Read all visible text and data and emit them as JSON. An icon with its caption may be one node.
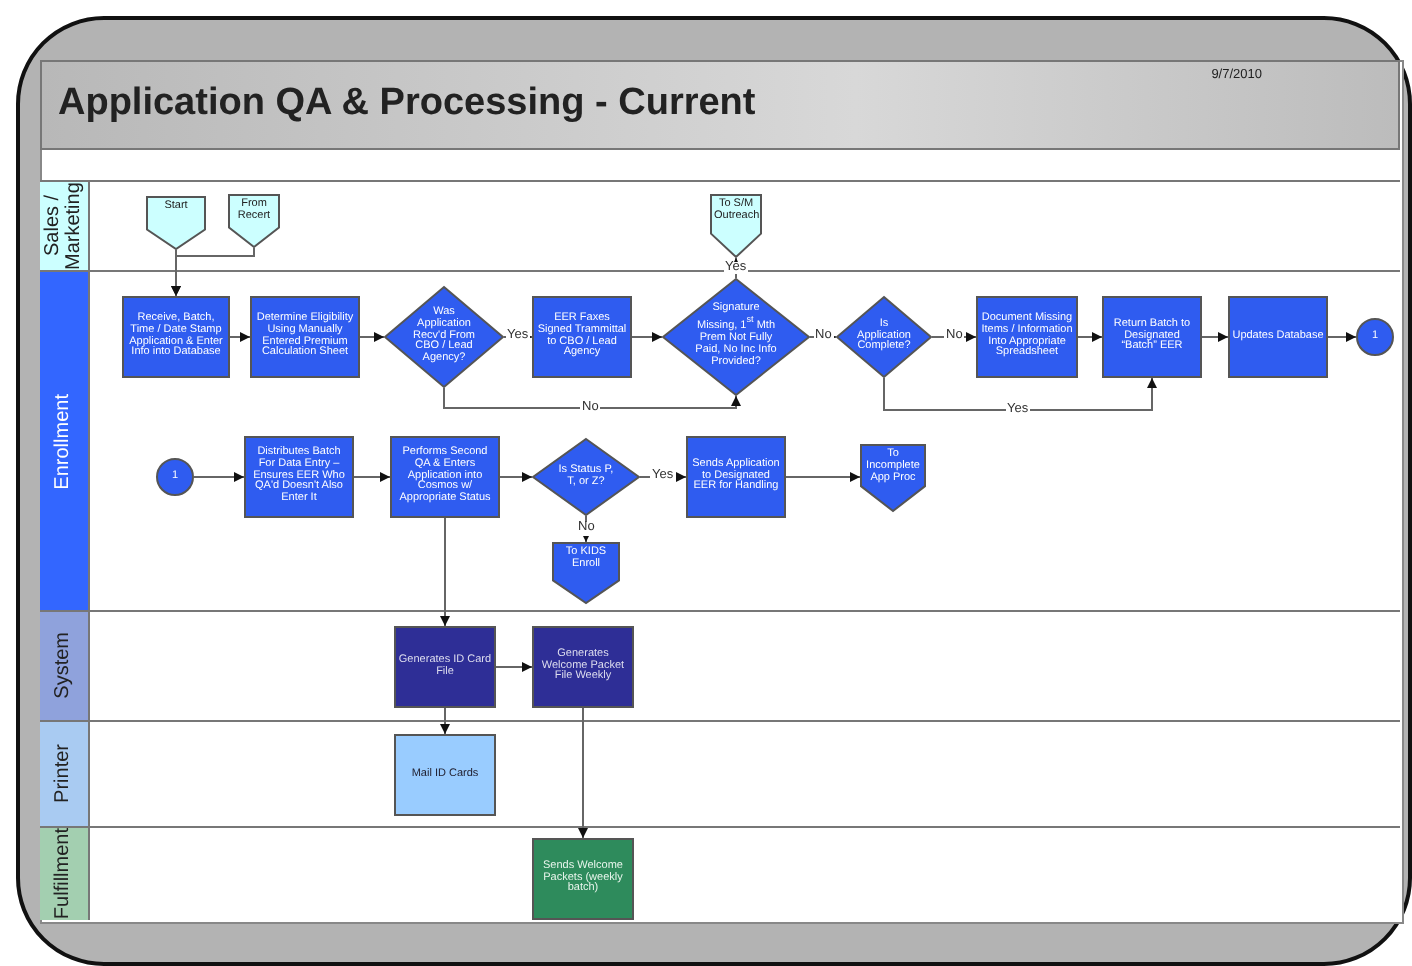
{
  "diagram": {
    "title": "Application QA & Processing - Current",
    "nodes": [
      {
        "text": [
          "Sales / Marketing"
        ]
      },
      {
        "text": [
          "Enrollment"
        ]
      },
      {
        "text": [
          "System"
        ]
      },
      {
        "text": [
          "Printer"
        ]
      },
      {
        "text": [
          "Fulfillment"
        ]
      },
      {
        "text": [
          "Start"
        ],
        "in": 0
      },
      {
        "text": [
          "From Recert"
        ],
        "in": 0
      },
      {
        "text": [
          "To S/M Outreach"
        ],
        "in": 0
      },
      {
        "text": [
          "Receive, Batch, Time / Date Stamp Application & Enter Info into Database"
        ],
        "in": 1
      },
      {
        "text": [
          "Determine Eligibility Using Manually Entered Premium Calculation Sheet"
        ],
        "in": 1
      },
      {
        "text": [
          "Was Application Recv'd From CBO / Lead Agency?"
        ],
        "in": 1
      },
      {
        "text": [
          "EER Faxes Signed Trammittal to CBO / Lead Agency"
        ],
        "in": 1
      },
      {
        "text": [
          "Signature Missing, 1$^{st}$ Mth Prem Not Fully Paid, No Inc Info Provided?"
        ],
        "in": 1
      },
      {
        "text": [
          "Is Application Complete?"
        ],
        "in": 1
      },
      {
        "text": [
          "Document Missing Items / Information Into Appropriate Spreadsheet"
        ],
        "in": 1
      },
      {
        "text": [
          "Return Batch to Designated “Batch” EER"
        ],
        "in": 1
      },
      {
        "text": [
          "Updates Database"
        ],
        "in": 1
      },
      {
        "text": [
          "1"
        ],
        "in": 1
      },
      {
        "text": [
          "1"
        ],
        "in": 1
      },
      {
        "text": [
          "Distributes Batch For Data Entry – Ensures EER Who QA'd Doesn't Also Enter It"
        ],
        "in": 1
      },
      {
        "text": [
          "Performs Second QA & Enters Application into Cosmos w/ Appropriate Status"
        ],
        "in": 1
      },
      {
        "text": [
          "Is Status P, T, or Z?"
        ],
        "in": 1
      },
      {
        "text": [
          "Sends Application to Designated EER for Handling"
        ],
        "in": 1
      },
      {
        "text": [
          "To Incomplete App Proc"
        ],
        "in": 1
      },
      {
        "text": [
          "To KIDS Enroll"
        ],
        "in": 1
      },
      {
        "text": [
          "Generates ID Card File"
        ],
        "in": 2
      },
      {
        "text": [
          "Generates Welcome Packet File Weekly"
        ],
        "in": 2
      },
      {
        "text": [
          "Mail ID Cards"
        ],
        "in": 3
      },
      {
        "text": [
          "Sends Welcome Packets (weekly batch)"
        ],
        "in": 4
      }
    ],
    "edges": [
      {
        "from": 5,
        "to": 8,
        "arrow": "to"
      },
      {
        "from": 6,
        "to": 8,
        "arrow": "to"
      },
      {
        "from": 8,
        "to": 9,
        "arrow": "to"
      },
      {
        "from": 9,
        "to": 10,
        "arrow": "to"
      },
      {
        "from": 10,
        "to": 11,
        "arrow": "to",
        "label": "Yes"
      },
      {
        "from": 10,
        "to": 12,
        "arrow": "to",
        "label": "No"
      },
      {
        "from": 11,
        "to": 12,
        "arrow": "to"
      },
      {
        "from": 12,
        "to": 7,
        "arrow": "to",
        "label": "Yes"
      },
      {
        "from": 12,
        "to": 13,
        "arrow": "to",
        "label": "No"
      },
      {
        "from": 13,
        "to": 14,
        "arrow": "to",
        "label": "No"
      },
      {
        "from": 13,
        "to": 15,
        "arrow": "to",
        "label": "Yes"
      },
      {
        "from": 14,
        "to": 15,
        "arrow": "to"
      },
      {
        "from": 15,
        "to": 16,
        "arrow": "to"
      },
      {
        "from": 16,
        "to": 17,
        "arrow": "to"
      },
      {
        "from": 18,
        "to": 19,
        "arrow": "to"
      },
      {
        "from": 19,
        "to": 20,
        "arrow": "to"
      },
      {
        "from": 20,
        "to": 21,
        "arrow": "to"
      },
      {
        "from": 21,
        "to": 22,
        "arrow": "to",
        "label": "Yes"
      },
      {
        "from": 21,
        "to": 24,
        "arrow": "to",
        "label": "No"
      },
      {
        "from": 22,
        "to": 23,
        "arrow": "to"
      },
      {
        "from": 20,
        "to": 25,
        "arrow": "to"
      },
      {
        "from": 25,
        "to": 26,
        "arrow": "to"
      },
      {
        "from": 25,
        "to": 27,
        "arrow": "to"
      },
      {
        "from": 26,
        "to": 28,
        "arrow": "to"
      }
    ],
    "labels": [
      "9/7/2010"
    ]
  }
}
